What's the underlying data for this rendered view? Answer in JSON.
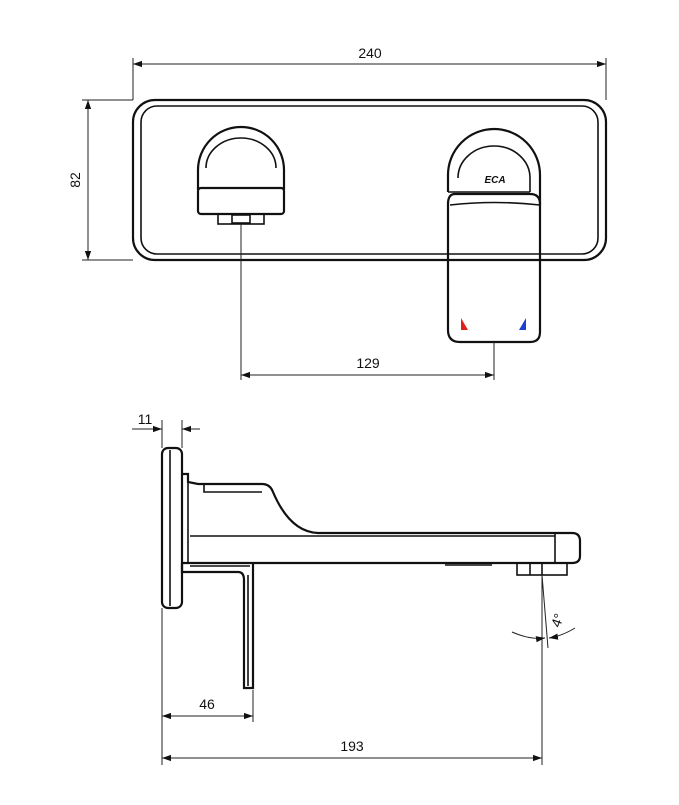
{
  "dimensions": {
    "width_top": "240",
    "height_plate": "82",
    "spacing_center": "129",
    "plate_depth": "11",
    "wall_to_pipe": "46",
    "projection": "193",
    "angle": "4°"
  },
  "logo": {
    "text": "ECA"
  },
  "markers": {
    "hot_color": "#e0201b",
    "cold_color": "#1e3fcf"
  }
}
